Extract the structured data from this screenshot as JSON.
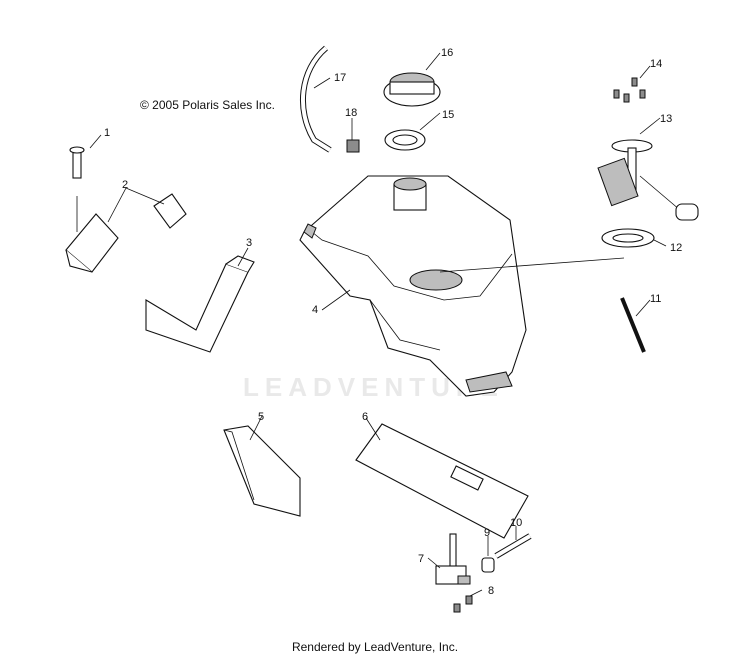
{
  "copyright": "© 2005 Polaris Sales Inc.",
  "footer": "Rendered by LeadVenture, Inc.",
  "watermark": "LEADVENTURE",
  "callouts": [
    "1",
    "2",
    "3",
    "4",
    "5",
    "6",
    "7",
    "8",
    "9",
    "10",
    "11",
    "12",
    "13",
    "14",
    "15",
    "16",
    "17",
    "18"
  ]
}
